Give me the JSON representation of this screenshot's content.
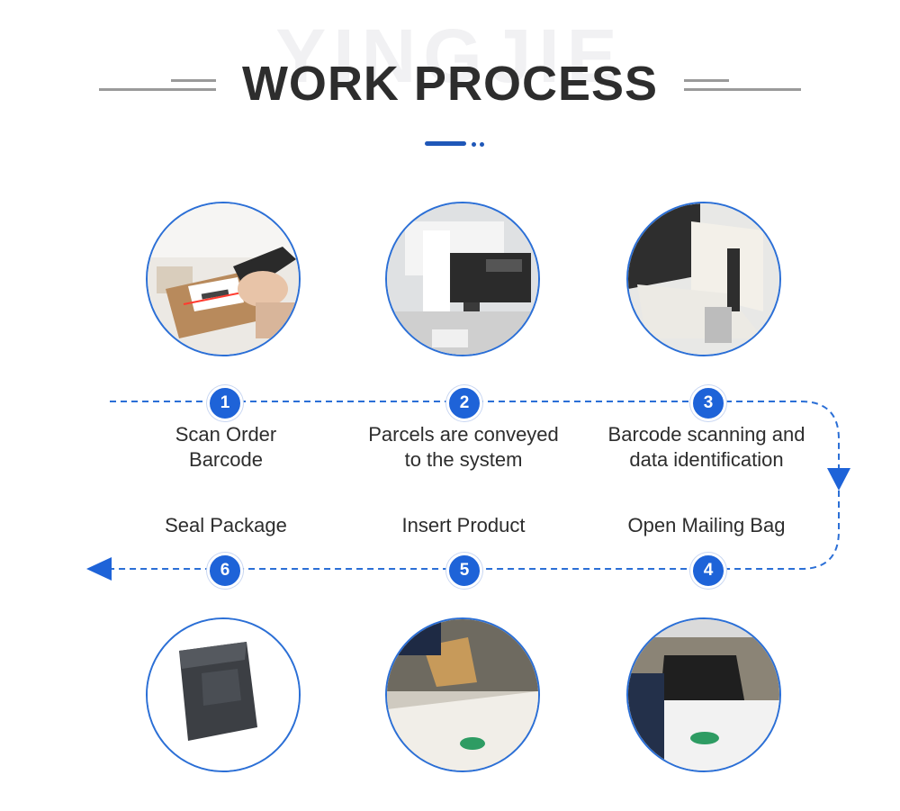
{
  "header": {
    "watermark": "YINGJIE",
    "title": "WORK PROCESS"
  },
  "colors": {
    "accent": "#1e63d8",
    "flow_line": "#2b6fd6",
    "title": "#2d2d2d"
  },
  "steps": [
    {
      "number": "1",
      "label": "Scan Order\nBarcode",
      "photo": "barcode-scanning-photo"
    },
    {
      "number": "2",
      "label": "Parcels are conveyed\nto the system",
      "photo": "conveyor-printer-photo"
    },
    {
      "number": "3",
      "label": "Barcode scanning and\ndata identification",
      "photo": "machine-tray-photo"
    },
    {
      "number": "4",
      "label": "Open Mailing Bag",
      "photo": "open-bag-photo"
    },
    {
      "number": "5",
      "label": "Insert Product",
      "photo": "insert-product-photo"
    },
    {
      "number": "6",
      "label": "Seal Package",
      "photo": "sealed-package-photo"
    }
  ]
}
